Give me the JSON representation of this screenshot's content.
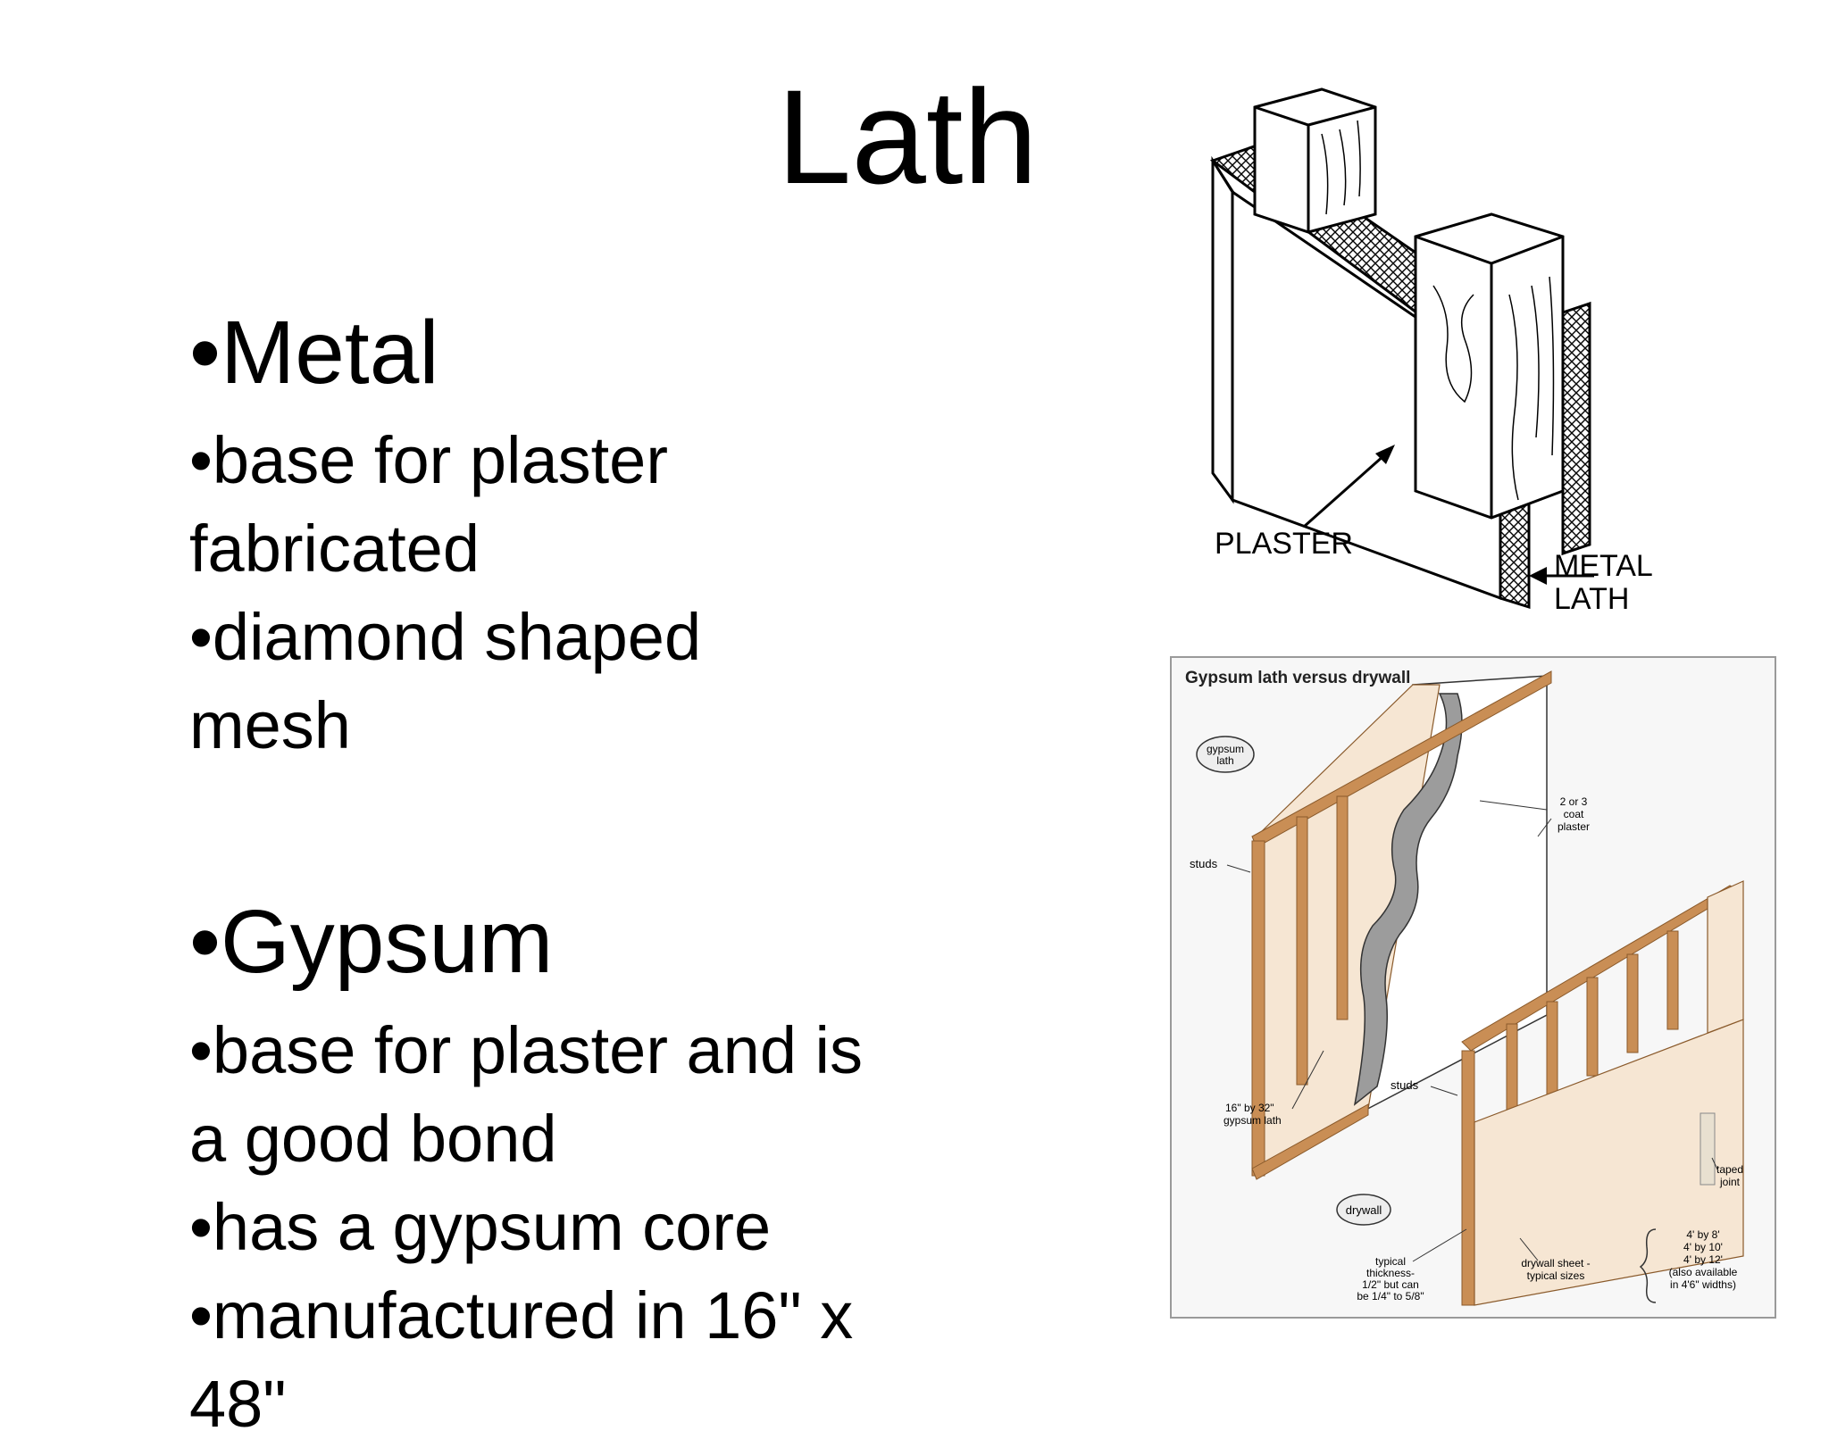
{
  "slide": {
    "title": "Lath",
    "metal": {
      "heading": "•Metal",
      "lines": [
        "•base for plaster",
        "fabricated",
        "•diamond shaped",
        "mesh"
      ]
    },
    "gypsum": {
      "heading": "•Gypsum",
      "lines": [
        "•base for plaster and is",
        "a good bond",
        "•has a gypsum core",
        "•manufactured in 16\" x",
        "48\""
      ]
    }
  },
  "figure_metal_lath": {
    "label_plaster": "PLASTER",
    "label_metal": "METAL",
    "label_lath": "LATH"
  },
  "figure_gypsum": {
    "title": "Gypsum lath versus drywall",
    "bubble_gypsum_1": "gypsum",
    "bubble_gypsum_2": "lath",
    "bubble_drywall": "drywall",
    "coat_1": "2 or 3",
    "coat_2": "coat",
    "coat_3": "plaster",
    "studs_1": "studs",
    "studs_2": "studs",
    "lath_size_1": "16\" by 32\"",
    "lath_size_2": "gypsum lath",
    "taped_1": "taped",
    "taped_2": "joint",
    "thick_1": "typical",
    "thick_2": "thickness-",
    "thick_3": "1/2\" but can",
    "thick_4": "be 1/4\" to 5/8\"",
    "sheet_1": "drywall sheet -",
    "sheet_2": "typical sizes",
    "size_1": "4' by 8'",
    "size_2": "4' by 10'",
    "size_3": "4' by 12'",
    "size_4": "(also available",
    "size_5": "in 4'6\" widths)"
  },
  "colors": {
    "wood": "#c98e55",
    "wood_dark": "#8a5a2b",
    "board": "#f6e6d3",
    "plaster": "#9c9c9c"
  }
}
